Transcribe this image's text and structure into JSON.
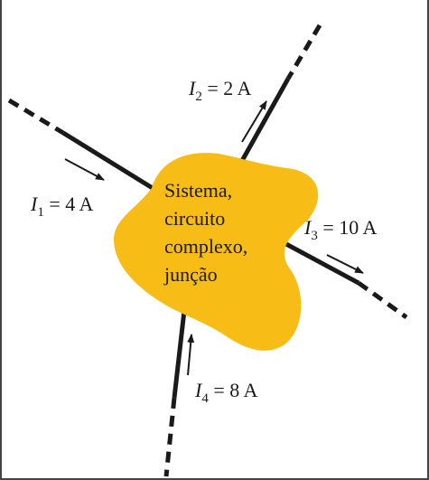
{
  "colors": {
    "blob": "#f7bd16",
    "wire": "#1a1a1a",
    "border": "#444444",
    "text": "#1a1a1a"
  },
  "system_label": [
    "Sistema,",
    "circuito",
    "complexo,",
    "junção"
  ],
  "currents": [
    {
      "symbol": "I",
      "sub": "1",
      "rest": " = 4 A",
      "direction": "in"
    },
    {
      "symbol": "I",
      "sub": "2",
      "rest": " = 2 A",
      "direction": "out"
    },
    {
      "symbol": "I",
      "sub": "3",
      "rest": " = 10 A",
      "direction": "out"
    },
    {
      "symbol": "I",
      "sub": "4",
      "rest": " = 8 A",
      "direction": "in"
    }
  ]
}
